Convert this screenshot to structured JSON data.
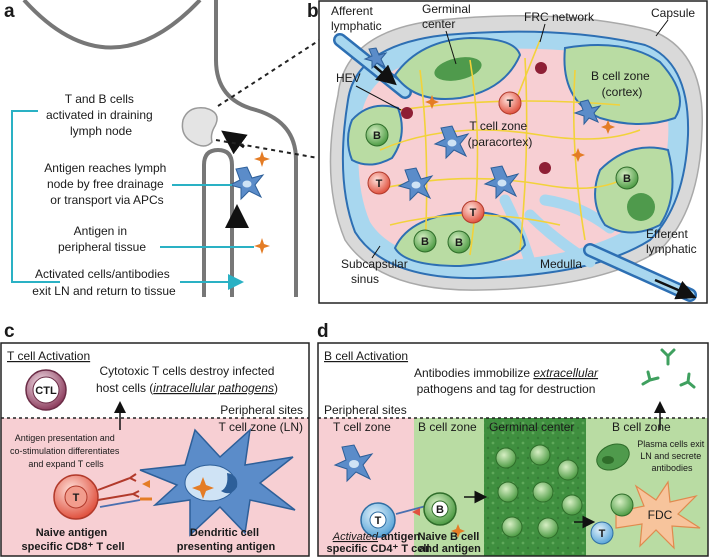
{
  "panel_letters": [
    "a",
    "b",
    "c",
    "d"
  ],
  "panel_a": {
    "label_activated": [
      "T and B cells",
      "activated in draining",
      "lymph node"
    ],
    "label_antigen_reaches": [
      "Antigen reaches lymph",
      "node by free drainage",
      "or transport via APCs"
    ],
    "label_antigen_tissue": [
      "Antigen in",
      "peripheral tissue"
    ],
    "label_exit": [
      "Activated cells/antibodies",
      "exit LN and return to tissue"
    ]
  },
  "panel_b": {
    "afferent": [
      "Afferent",
      "lymphatic"
    ],
    "germinal": [
      "Germinal",
      "center"
    ],
    "frc": "FRC network",
    "capsule": "Capsule",
    "hev": "HEV",
    "bzone": [
      "B cell zone",
      "(cortex)"
    ],
    "tzone": [
      "T cell zone",
      "(paracortex)"
    ],
    "medulla": "Medulla",
    "subcapsular": [
      "Subcapsular",
      "sinus"
    ],
    "efferent": [
      "Efferent",
      "lymphatic"
    ]
  },
  "panel_c": {
    "title": "T cell Activation",
    "ctl": "CTL",
    "top_text_1": "Cytotoxic T cells destroy infected",
    "top_text_2a": "host cells (",
    "top_text_2b": "intracellular pathogens",
    "top_text_2c": ")",
    "peripheral": "Peripheral sites",
    "tzone": "T cell zone (LN)",
    "presentation": [
      "Antigen presentation and",
      "co-stimulation differentiates",
      "and expand T cells"
    ],
    "naive": [
      "Naive antigen",
      "specific CD8⁺ T cell"
    ],
    "dc": [
      "Dendritic cell",
      "presenting antigen"
    ]
  },
  "panel_d": {
    "title": "B cell Activation",
    "top_text_1a": "Antibodies immobilize ",
    "top_text_1b": "extracellular",
    "top_text_2": "pathogens and tag for destruction",
    "peripheral": "Peripheral sites",
    "zones": [
      "T cell zone",
      "B cell zone",
      "Germinal center",
      "B cell zone"
    ],
    "plasma": [
      "Plasma cells exit",
      "LN and secrete",
      "antibodies"
    ],
    "fdc": "FDC",
    "activated_a": "Activated",
    "activated_b": " antigen",
    "activated_2": "specific CD4⁺ T cell",
    "naive_b": [
      "Naive B cell",
      "and antigen"
    ]
  },
  "cell_letters": {
    "t": "T",
    "b": "B"
  },
  "colors": {
    "teal": "#2ab1c4",
    "pink": "#f7cfd3",
    "green": "#b9dca3",
    "dark_green": "#4f9a4c",
    "blue_sinus": "#a8d7ef",
    "capsule_grey": "#d9d9d9"
  }
}
